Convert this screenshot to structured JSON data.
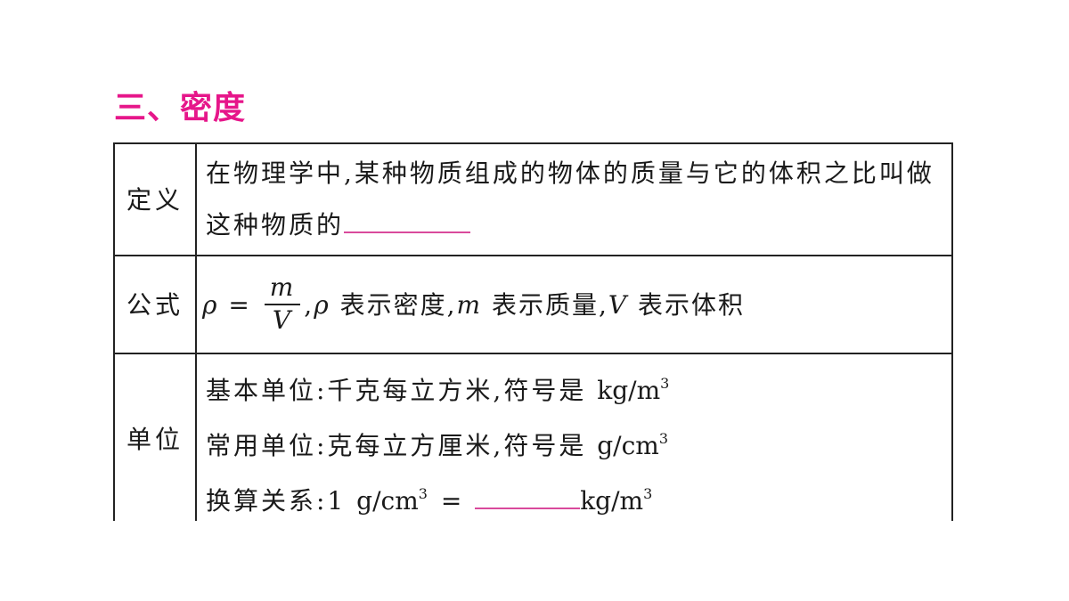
{
  "colors": {
    "title": "#e6168a",
    "blank_underline": "#d94a9c",
    "border": "#222222",
    "text": "#1a1a1a"
  },
  "section_title": "三、密度",
  "rows": {
    "definition": {
      "label": "定义",
      "text": "在物理学中,某种物质组成的物体的质量与它的体积之比叫做这种物质的"
    },
    "formula": {
      "label": "公式",
      "rho": "ρ",
      "equals": " = ",
      "numerator": "m",
      "denominator": "V",
      "sep1": ",",
      "rho2": "ρ",
      "desc1": " 表示密度,",
      "m": "m",
      "desc2": " 表示质量,",
      "v": "V",
      "desc3": " 表示体积"
    },
    "unit": {
      "label": "单位",
      "basic_text": "基本单位:千克每立方米,符号是 ",
      "basic_symbol": "kg/m",
      "basic_exp": "3",
      "common_text": "常用单位:克每立方厘米,符号是 ",
      "common_symbol": "g/cm",
      "common_exp": "3",
      "conv_text": "换算关系:1 ",
      "conv_symbol": "g/cm",
      "conv_exp": "3",
      "conv_equals": " = ",
      "conv_unit": "kg/m",
      "conv_unit_exp": "3"
    }
  }
}
